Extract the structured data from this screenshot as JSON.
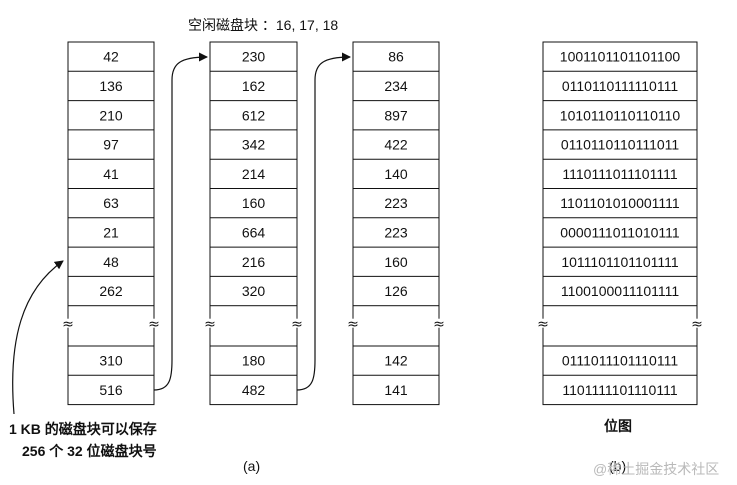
{
  "free_blocks_label": "空闲磁盘块 ：16, 17, 18",
  "caption_a": "(a)",
  "caption_b": "(b)",
  "bitmap_label": "位图",
  "note_line1": "1 KB 的磁盘块可以保存",
  "note_line2": "256 个 32 位磁盘块号",
  "watermark": "@稀土掘金技术社区",
  "break_glyph": "≈",
  "lists": [
    {
      "top_values": [
        "42",
        "136",
        "210",
        "97",
        "41",
        "63",
        "21",
        "48",
        "262"
      ],
      "bottom_values": [
        "310",
        "516"
      ]
    },
    {
      "top_values": [
        "230",
        "162",
        "612",
        "342",
        "214",
        "160",
        "664",
        "216",
        "320"
      ],
      "bottom_values": [
        "180",
        "482"
      ]
    },
    {
      "top_values": [
        "86",
        "234",
        "897",
        "422",
        "140",
        "223",
        "223",
        "160",
        "126"
      ],
      "bottom_values": [
        "142",
        "141"
      ]
    }
  ],
  "bitmap": {
    "top_values": [
      "1001101101101100",
      "0110110111110111",
      "1010110110110110",
      "0110110110111011",
      "1110111011101111",
      "1101101010001111",
      "0000111011010111",
      "1011101101101111",
      "1100100011101111"
    ],
    "bottom_values": [
      "0111011101110111",
      "1101111101110111"
    ]
  }
}
